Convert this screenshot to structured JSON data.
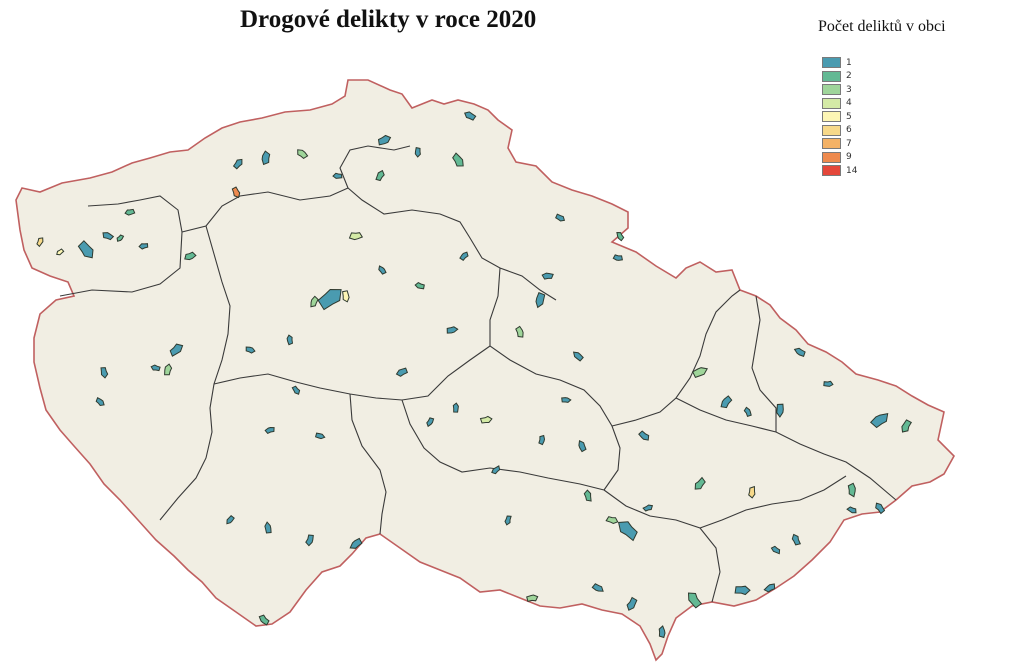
{
  "title": "Drogové delikty v roce 2020",
  "legend": {
    "title": "Počet deliktů v obci",
    "classes": [
      {
        "label": "1",
        "color": "#4a9bb0"
      },
      {
        "label": "2",
        "color": "#63b994"
      },
      {
        "label": "3",
        "color": "#9fd59a"
      },
      {
        "label": "4",
        "color": "#d4eaa6"
      },
      {
        "label": "5",
        "color": "#fdf6b5"
      },
      {
        "label": "6",
        "color": "#f7d98a"
      },
      {
        "label": "7",
        "color": "#f4b266"
      },
      {
        "label": "9",
        "color": "#ee8a4e"
      },
      {
        "label": "14",
        "color": "#e4473a"
      }
    ]
  },
  "map": {
    "country": "Czech Republic",
    "base_color": "#f1eee3",
    "border_color": "#3a3a3a",
    "outer_border_color": "#c06060"
  }
}
